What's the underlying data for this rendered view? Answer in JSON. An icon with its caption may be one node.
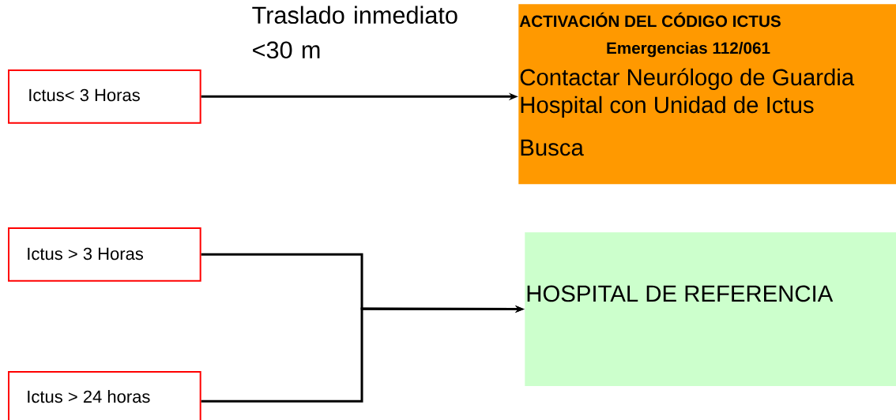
{
  "diagram": {
    "nodes": [
      {
        "text": [
          "Ictus< 3 Horas"
        ]
      },
      {
        "text": [
          "ACTIVACIÓN DEL CÓDIGO ICTUS",
          "Emergencias 112/061",
          "Contactar Neurólogo de Guardia",
          "Hospital con Unidad de Ictus",
          "Busca"
        ]
      },
      {
        "text": [
          "Ictus > 3 Horas"
        ]
      },
      {
        "text": [
          "Ictus > 24 horas"
        ]
      },
      {
        "text": [
          "HOSPITAL DE REFERENCIA"
        ]
      }
    ],
    "edges": [
      {
        "from": 0,
        "to": 1,
        "arrow": "to",
        "label": "Traslado inmediato <30 m"
      },
      {
        "from": 2,
        "to": 4,
        "arrow": "to"
      },
      {
        "from": 3,
        "to": 4,
        "arrow": "to"
      }
    ]
  }
}
